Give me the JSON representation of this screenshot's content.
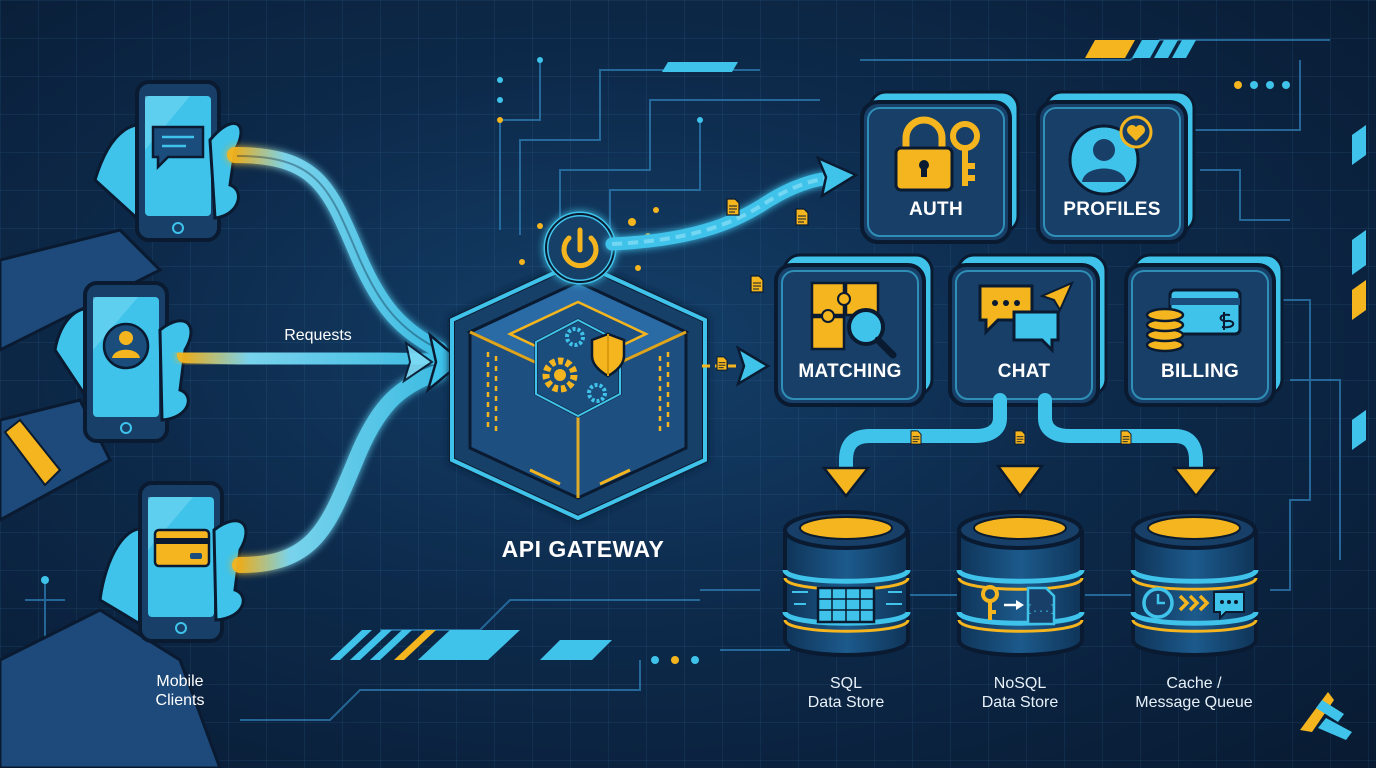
{
  "diagram": {
    "clients_label_line1": "Mobile",
    "clients_label_line2": "Clients",
    "requests_label": "Requests",
    "gateway_label": "API GATEWAY",
    "services": {
      "auth": "AUTH",
      "profiles": "PROFILES",
      "matching": "MATCHING",
      "chat": "CHAT",
      "billing": "BILLING"
    },
    "stores": {
      "sql_line1": "SQL",
      "sql_line2": "Data Store",
      "nosql_line1": "NoSQL",
      "nosql_line2": "Data Store",
      "cache_line1": "Cache /",
      "cache_line2": "Message Queue"
    },
    "nosql_icon_text": "{...}"
  },
  "colors": {
    "background": "#0d2a4b",
    "cyan": "#3fc3ea",
    "cyan_light": "#7fdcf5",
    "yellow": "#f5b51e",
    "panel": "#173f68",
    "outline": "#0a1a30"
  },
  "icons": {
    "clients": [
      "chat-bubble-icon",
      "user-icon",
      "credit-card-icon"
    ],
    "gateway": "power-icon",
    "auth": "padlock-key-icon",
    "profiles": "user-heart-icon",
    "matching": "puzzle-magnifier-icon",
    "chat": "chat-send-icon",
    "billing": "coins-card-icon",
    "sql": "table-icon",
    "nosql": "key-document-icon",
    "cache": "clock-queue-icon"
  }
}
